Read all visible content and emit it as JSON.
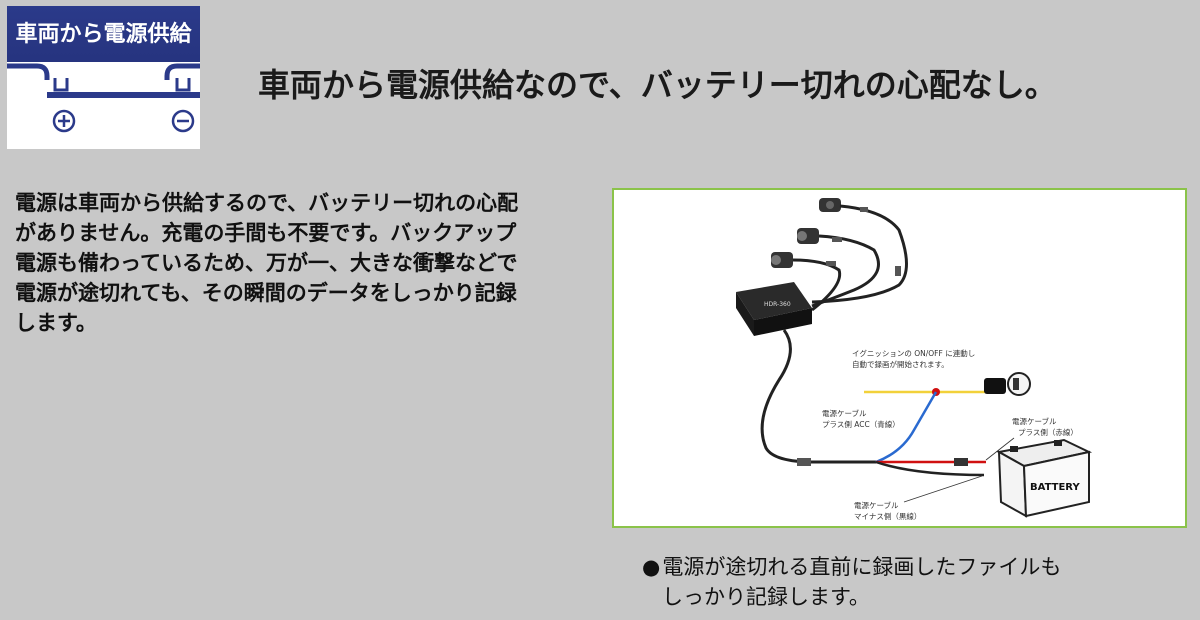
{
  "badge": {
    "title": "車両から電源供給"
  },
  "headline": "車両から電源供給なので、バッテリー切れの心配なし。",
  "body": {
    "lines": [
      "電源は車両から供給するので、バッテリー切れの心配",
      "がありません。充電の手間も不要です。バックアップ",
      "電源も備わっているため、万が一、大きな衝撃などで",
      "電源が途切れても、その瞬間のデータをしっかり記録",
      "します。"
    ]
  },
  "diagram": {
    "ignition_label_1": "イグニッションの ON/OFF に連動し",
    "ignition_label_2": "自動で録画が開始されます。",
    "acc_label_1": "電源ケーブル",
    "acc_label_2": "プラス側 ACC（青線）",
    "plus_label_1": "電源ケーブル",
    "plus_label_2": "プラス側（赤線）",
    "minus_label_1": "電源ケーブル",
    "minus_label_2": "マイナス側（黒線）",
    "battery_label": "BATTERY",
    "unit_label": "HDR-360"
  },
  "caption": {
    "bullet": "●",
    "line1": "電源が途切れる直前に録画したファイルも",
    "line2": "しっかり記録します。"
  }
}
